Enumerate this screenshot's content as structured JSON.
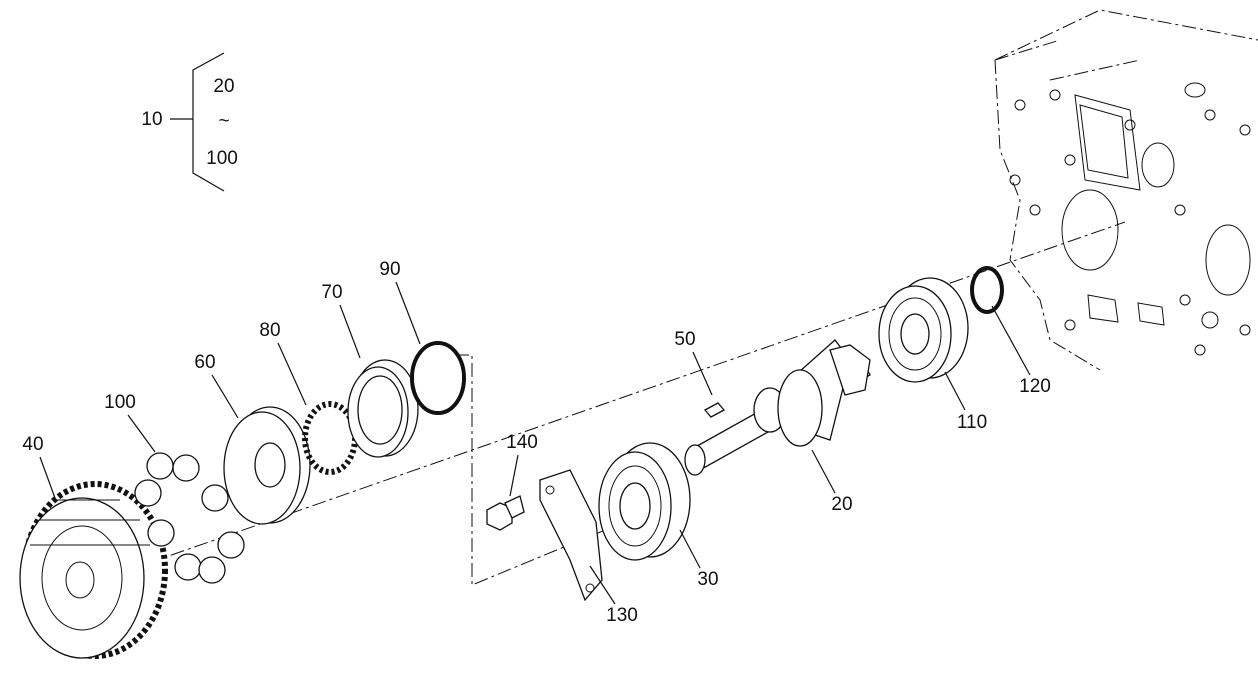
{
  "assembly_legend": {
    "parent": "10",
    "from": "20",
    "range_symbol": "~",
    "to": "100"
  },
  "callouts": {
    "c90": "90",
    "c70": "70",
    "c80": "80",
    "c60": "60",
    "c100": "100",
    "c40": "40",
    "c140": "140",
    "c50": "50",
    "c130": "130",
    "c30": "30",
    "c20": "20",
    "c110": "110",
    "c120": "120"
  }
}
